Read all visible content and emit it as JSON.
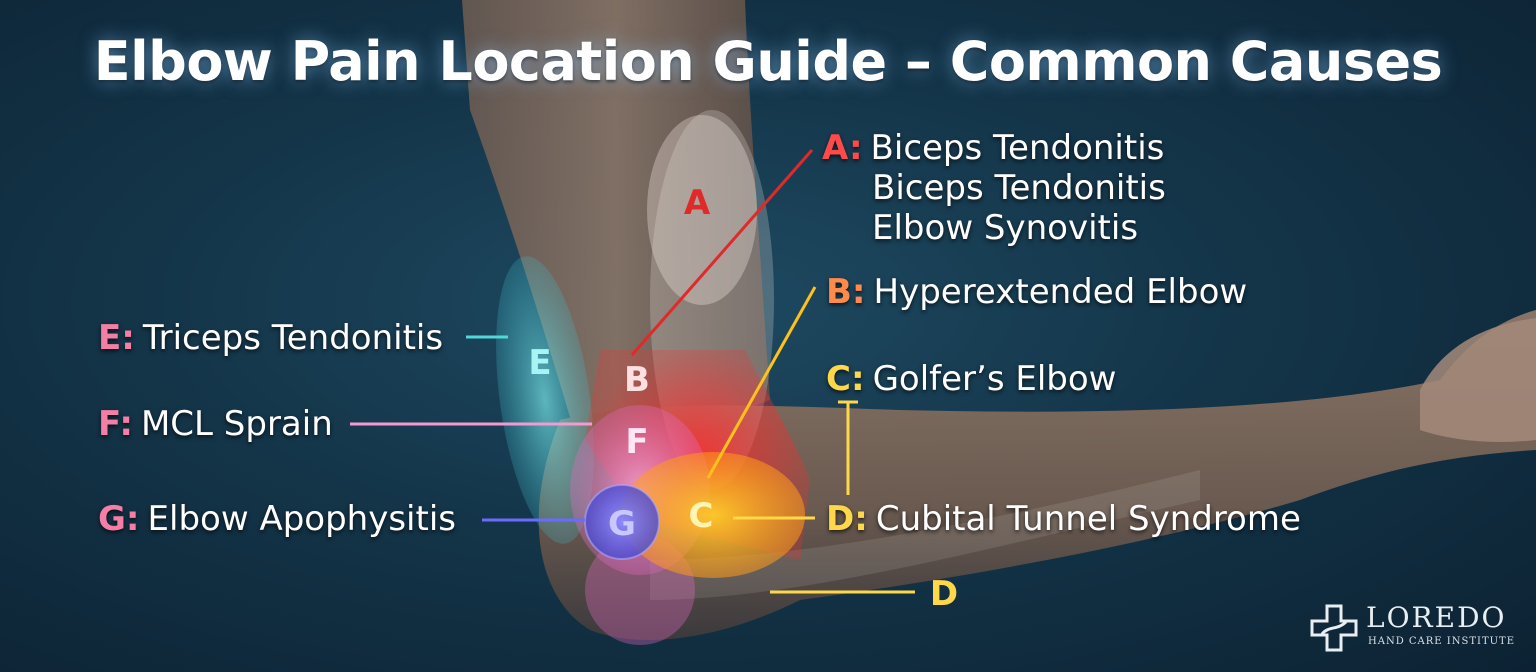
{
  "title": "Elbow Pain Location Guide – Common Causes",
  "colors": {
    "zone_a": "#ff3b3b",
    "zone_b": "#ff5a3a",
    "zone_c": "#ffc21a",
    "zone_d": "#ffd84a",
    "zone_e": "#52d6d6",
    "zone_f": "#f49ad0",
    "zone_g": "#5a5ae6",
    "label_key_pink": "#f47fa6"
  },
  "zones": {
    "a": "A",
    "b": "B",
    "c": "C",
    "d": "D",
    "e": "E",
    "f": "F",
    "g": "G"
  },
  "labels": {
    "a": {
      "key": "A:",
      "lines": [
        "Biceps Tendonitis",
        "Biceps Tendonitis",
        "Elbow Synovitis"
      ]
    },
    "b": {
      "key": "B:",
      "text": "Hyperextended Elbow"
    },
    "c": {
      "key": "C:",
      "text": "Golfer’s Elbow"
    },
    "d": {
      "key": "D:",
      "text": "Cubital Tunnel Syndrome"
    },
    "e": {
      "key": "E:",
      "text": "Triceps Tendonitis"
    },
    "f": {
      "key": "F:",
      "text": "MCL Sprain"
    },
    "g": {
      "key": "G:",
      "text": "Elbow Apophysitis"
    }
  },
  "logo": {
    "name": "LOREDO",
    "subtitle": "HAND CARE INSTITUTE",
    "icon": "medical-cross-icon"
  }
}
